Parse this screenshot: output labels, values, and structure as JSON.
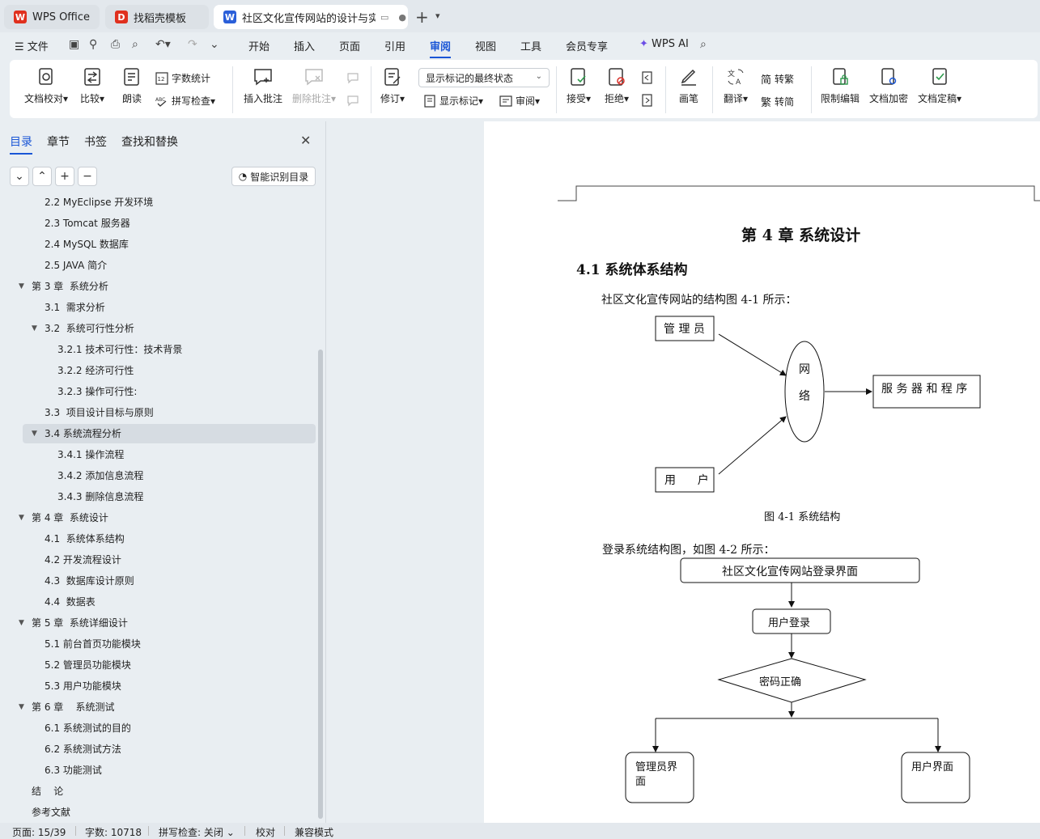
{
  "tabs": [
    {
      "label": "WPS Office",
      "color": "#e0301e"
    },
    {
      "label": "找稻壳模板",
      "color": "#e0301e"
    },
    {
      "label": "社区文化宣传网站的设计与实现",
      "color": "#2b5fd9"
    }
  ],
  "menu": {
    "file": "文件",
    "items": [
      "开始",
      "插入",
      "页面",
      "引用",
      "审阅",
      "视图",
      "工具",
      "会员专享"
    ],
    "active": "审阅",
    "wps_ai": "WPS AI"
  },
  "ribbon": {
    "doc_check": "文档校对",
    "compare": "比较",
    "read_aloud": "朗读",
    "word_count": "字数统计",
    "spell_check": "拼写检查",
    "insert_comment": "插入批注",
    "delete_comment": "删除批注",
    "revise": "修订",
    "markup_state": "显示标记的最终状态",
    "show_markup": "显示标记",
    "review": "审阅",
    "accept": "接受",
    "reject": "拒绝",
    "pen": "画笔",
    "translate": "翻译",
    "to_trad": "转繁",
    "to_simp": "转简",
    "restrict": "限制编辑",
    "encrypt": "文档加密",
    "finalize": "文档定稿"
  },
  "nav": {
    "tabs": [
      "目录",
      "章节",
      "书签",
      "查找和替换"
    ],
    "smart_btn": "智能识别目录",
    "items": [
      {
        "text": "2.2 MyEclipse 开发环境",
        "level": 2
      },
      {
        "text": "2.3 Tomcat 服务器",
        "level": 2
      },
      {
        "text": "2.4 MySQL 数据库",
        "level": 2
      },
      {
        "text": "2.5 JAVA 简介",
        "level": 2
      },
      {
        "text": "第 3 章  系统分析",
        "level": 1,
        "caret": true
      },
      {
        "text": "3.1  需求分析",
        "level": 2
      },
      {
        "text": "3.2  系统可行性分析",
        "level": 2,
        "caret": true
      },
      {
        "text": "3.2.1 技术可行性：技术背景",
        "level": 3
      },
      {
        "text": "3.2.2 经济可行性",
        "level": 3
      },
      {
        "text": "3.2.3 操作可行性:",
        "level": 3
      },
      {
        "text": "3.3  项目设计目标与原则",
        "level": 2
      },
      {
        "text": "3.4 系统流程分析",
        "level": 2,
        "caret": true,
        "selected": true
      },
      {
        "text": "3.4.1 操作流程",
        "level": 3
      },
      {
        "text": "3.4.2 添加信息流程",
        "level": 3
      },
      {
        "text": "3.4.3 删除信息流程",
        "level": 3
      },
      {
        "text": "第 4 章  系统设计",
        "level": 1,
        "caret": true
      },
      {
        "text": "4.1  系统体系结构",
        "level": 2
      },
      {
        "text": "4.2 开发流程设计",
        "level": 2
      },
      {
        "text": "4.3  数据库设计原则",
        "level": 2
      },
      {
        "text": "4.4  数据表",
        "level": 2
      },
      {
        "text": "第 5 章  系统详细设计",
        "level": 1,
        "caret": true
      },
      {
        "text": "5.1 前台首页功能模块",
        "level": 2
      },
      {
        "text": "5.2 管理员功能模块",
        "level": 2
      },
      {
        "text": "5.3 用户功能模块",
        "level": 2
      },
      {
        "text": "第 6 章    系统测试",
        "level": 1,
        "caret": true
      },
      {
        "text": "6.1 系统测试的目的",
        "level": 2
      },
      {
        "text": "6.2 系统测试方法",
        "level": 2
      },
      {
        "text": "6.3 功能测试",
        "level": 2
      },
      {
        "text": "结    论",
        "level": 1
      },
      {
        "text": "参考文献",
        "level": 1
      }
    ]
  },
  "document": {
    "chapter_title": "第 4 章  系统设计",
    "section_title": "4.1  系统体系结构",
    "para1": "社区文化宣传网站的结构图 4-1 所示：",
    "fig1": {
      "admin": "管 理 员",
      "network_top": "网",
      "network_bottom": "络",
      "server": "服 务 器 和 程 序",
      "user": "用      户",
      "caption": "图 4-1  系统结构"
    },
    "para2": "登录系统结构图，如图 4-2 所示：",
    "fig2": {
      "login_page": "社区文化宣传网站登录界面",
      "user_login": "用户登录",
      "password_ok": "密码正确",
      "admin_ui_1": "管理员界",
      "admin_ui_2": "面",
      "user_ui": "用户界面"
    }
  },
  "status": {
    "page": "页面: 15/39",
    "words": "字数: 10718",
    "spell": "拼写检查: 关闭",
    "proof": "校对",
    "compat": "兼容模式"
  }
}
